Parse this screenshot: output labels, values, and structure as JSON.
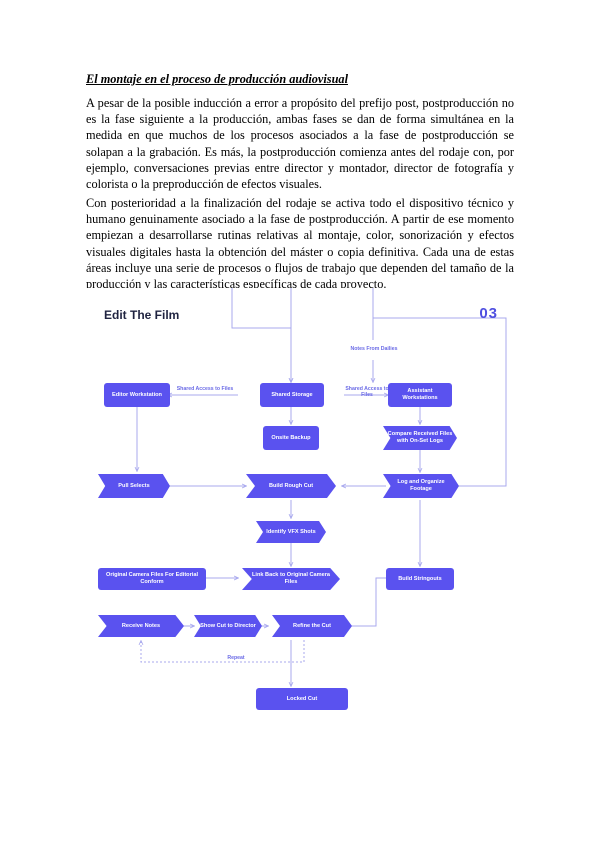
{
  "heading": "El montaje en el proceso de producción audiovisual",
  "paragraphs": [
    "A pesar de la posible inducción a error a propósito del prefijo post, postproducción no es la fase siguiente a la producción, ambas fases se dan de forma simultánea en la medida en que muchos de los procesos asociados a la fase de postproducción se solapan a la grabación. Es más, la postproducción comienza antes del rodaje con, por ejemplo, conversaciones previas entre director y montador, director de fotografía y colorista o la preproducción de efectos visuales.",
    "Con posterioridad a la finalización del rodaje se activa todo el dispositivo técnico y humano genuinamente asociado a la fase de postproducción. A partir de ese momento empiezan a desarrollarse rutinas relativas al montaje, color, sonorización y efectos visuales digitales hasta la obtención del máster o copia definitiva. Cada una de estas áreas incluye una serie de procesos o flujos de trabajo que dependen del tamaño de la producción y las características específicas de cada proyecto."
  ],
  "figure": {
    "title": "Edit The Film",
    "number": "03",
    "accent": "#5a52ef",
    "line_color": "#a9a9ee",
    "nodes": {
      "editor": "Editor Workstation",
      "shared": "Shared Storage",
      "assistant": "Assistant Workstations",
      "onsite": "Onsite Backup",
      "compare": "Compare Received Files with On-Set Logs",
      "pull": "Pull Selects",
      "rough": "Build Rough Cut",
      "log": "Log and Organize Footage",
      "vfx": "Identify VFX Shots",
      "original": "Original Camera Files For Editorial Conform",
      "link": "Link Back to Original Camera Files",
      "stringouts": "Build Stringouts",
      "receive": "Receive Notes",
      "show": "Show Cut to Director",
      "refine": "Refine the Cut",
      "locked": "Locked Cut"
    },
    "labels": {
      "dailies": "Notes From Dailies",
      "shared_left": "Shared Access to Files",
      "shared_right": "Shared Access to Files",
      "repeat": "Repeat"
    }
  }
}
